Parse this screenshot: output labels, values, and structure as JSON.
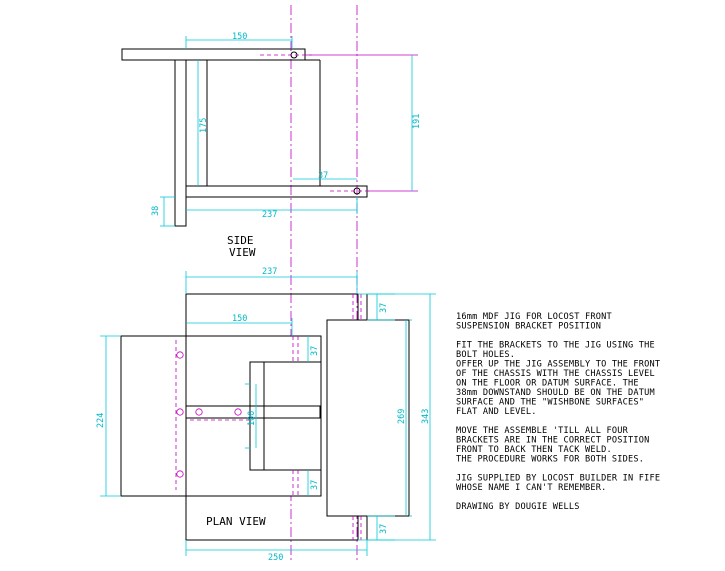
{
  "views": {
    "side_label_1": "SIDE",
    "side_label_2": "VIEW",
    "plan_label": "PLAN VIEW"
  },
  "dimensions": {
    "side_150": "150",
    "side_175": "175",
    "side_191": "191",
    "side_37": "37",
    "side_38": "38",
    "side_237": "237",
    "plan_237": "237",
    "plan_150": "150",
    "plan_37_upper": "37",
    "plan_37_right": "37",
    "plan_224": "224",
    "plan_100": "100",
    "plan_269": "269",
    "plan_343": "343",
    "plan_37_lower": "37",
    "plan_37_bottom": "37",
    "plan_250": "250"
  },
  "notes": [
    "16mm MDF JIG FOR LOCOST FRONT",
    "SUSPENSION BRACKET POSITION",
    "",
    "FIT THE BRACKETS TO THE JIG USING THE",
    "BOLT HOLES.",
    "OFFER UP THE JIG ASSEMBLY TO THE FRONT",
    "OF THE CHASSIS WITH THE CHASSIS LEVEL",
    "ON THE FLOOR OR DATUM SURFACE.  THE",
    "38mm DOWNSTAND SHOULD BE ON THE DATUM",
    "SURFACE AND THE \"WISHBONE SURFACES\"",
    "FLAT AND LEVEL.",
    "",
    "MOVE THE ASSEMBLE 'TILL ALL FOUR",
    "BRACKETS ARE IN THE CORRECT POSITION",
    "FRONT TO BACK THEN TACK WELD.",
    "THE PROCEDURE WORKS FOR BOTH SIDES.",
    "",
    "JIG SUPPLIED BY LOCOST BUILDER IN FIFE",
    "WHOSE NAME I CAN'T REMEMBER.",
    "",
    "DRAWING BY DOUGIE WELLS"
  ]
}
